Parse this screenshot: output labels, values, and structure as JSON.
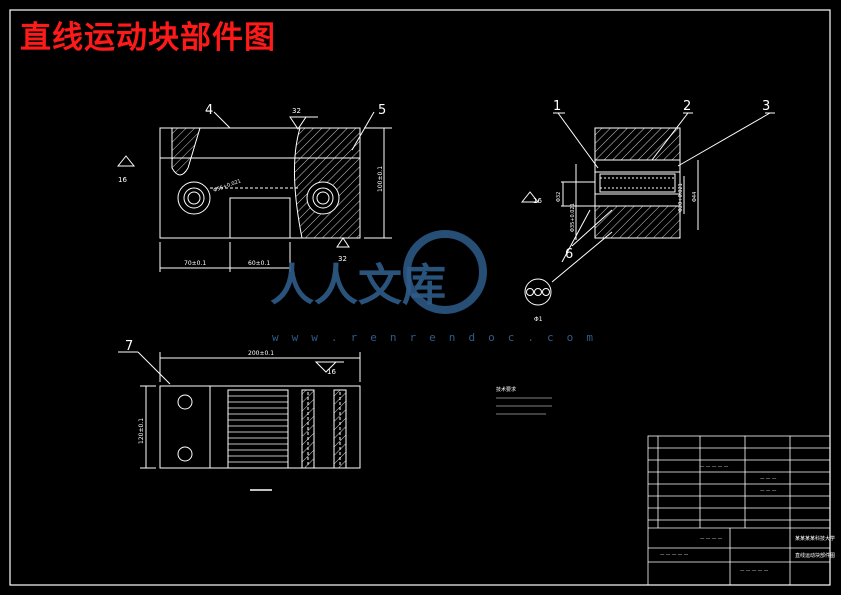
{
  "drawing": {
    "title": "直线运动块部件图",
    "balloons": [
      "1",
      "2",
      "3",
      "4",
      "5",
      "6",
      "7"
    ],
    "roughness": [
      "32",
      "32",
      "16",
      "16",
      "16"
    ],
    "front_view_dims": [
      "70±0.1",
      "60±0.1",
      "100±0.1",
      "Φ35+0.021"
    ],
    "side_view_dims": [
      "Φ32",
      "Φ35+0.021",
      "Φ44",
      "Φ20+0.021",
      "Φ1"
    ],
    "top_view_dims": [
      "200±0.1",
      "120±0.1"
    ],
    "notes_heading": "技术要求"
  },
  "watermark": {
    "brand_text": "人人文库",
    "url_text": "w w w . r e n r e n d o c . c o m"
  },
  "title_block": {
    "university": "某某某某科技大学",
    "drawing_name": "直线运动块部件图"
  },
  "colors": {
    "background": "#000000",
    "lines": "#ffffff",
    "title": "#ff1a1a",
    "watermark": "#2e5c88"
  }
}
